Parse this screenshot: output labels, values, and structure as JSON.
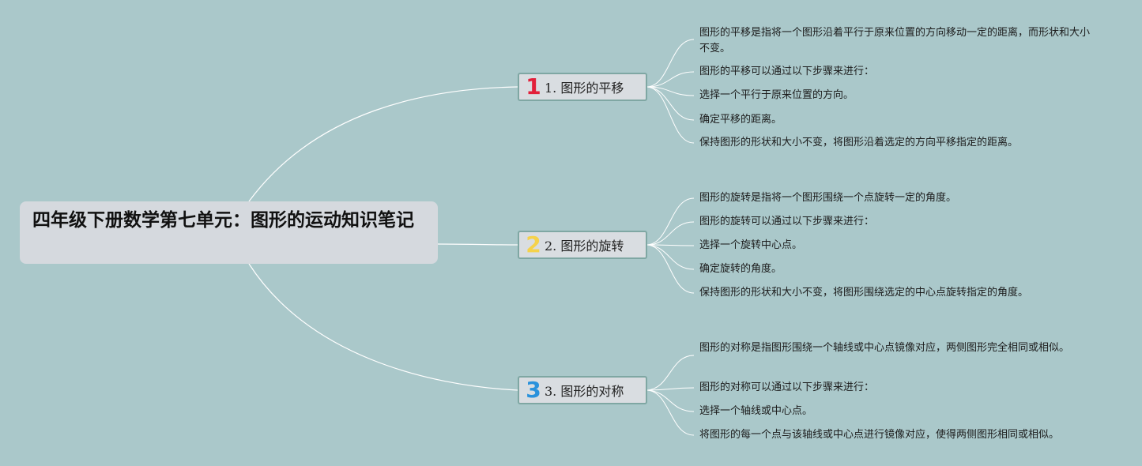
{
  "root": {
    "title": "四年级下册数学第七单元：图形的运动知识笔记"
  },
  "colors": {
    "background": "#aac8ca",
    "badge_1": "#e2203a",
    "badge_2": "#f5d24a",
    "badge_3": "#2a92dc",
    "link": "#ffffff"
  },
  "branches": [
    {
      "badge": "1",
      "label": "1. 图形的平移",
      "leaves": [
        "图形的平移是指将一个图形沿着平行于原来位置的方向移动一定的距离，而形状和大小不变。",
        "图形的平移可以通过以下步骤来进行：",
        "选择一个平行于原来位置的方向。",
        "确定平移的距离。",
        "保持图形的形状和大小不变，将图形沿着选定的方向平移指定的距离。"
      ]
    },
    {
      "badge": "2",
      "label": "2. 图形的旋转",
      "leaves": [
        "图形的旋转是指将一个图形围绕一个点旋转一定的角度。",
        "图形的旋转可以通过以下步骤来进行：",
        "选择一个旋转中心点。",
        "确定旋转的角度。",
        "保持图形的形状和大小不变，将图形围绕选定的中心点旋转指定的角度。"
      ]
    },
    {
      "badge": "3",
      "label": "3. 图形的对称",
      "leaves": [
        "图形的对称是指图形围绕一个轴线或中心点镜像对应，两侧图形完全相同或相似。",
        "图形的对称可以通过以下步骤来进行：",
        "选择一个轴线或中心点。",
        "将图形的每一个点与该轴线或中心点进行镜像对应，使得两侧图形相同或相似。"
      ]
    }
  ]
}
